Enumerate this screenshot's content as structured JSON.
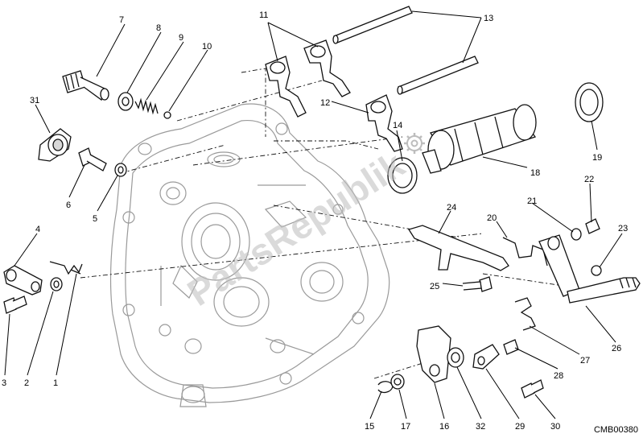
{
  "diagram": {
    "catalog_code": "CMB00380",
    "watermark": "PartsRepublik",
    "callouts": [
      "1",
      "2",
      "3",
      "4",
      "5",
      "6",
      "7",
      "8",
      "9",
      "10",
      "11",
      "12",
      "13",
      "14",
      "15",
      "16",
      "17",
      "18",
      "19",
      "20",
      "21",
      "22",
      "23",
      "24",
      "25",
      "26",
      "27",
      "28",
      "29",
      "30",
      "31",
      "32"
    ]
  },
  "colors": {
    "line": "#111111",
    "case_outline": "#9a9a9a",
    "watermark": "#bdbdbd",
    "background": "#ffffff"
  },
  "icons": {
    "watermark_logo": "gear-icon"
  }
}
